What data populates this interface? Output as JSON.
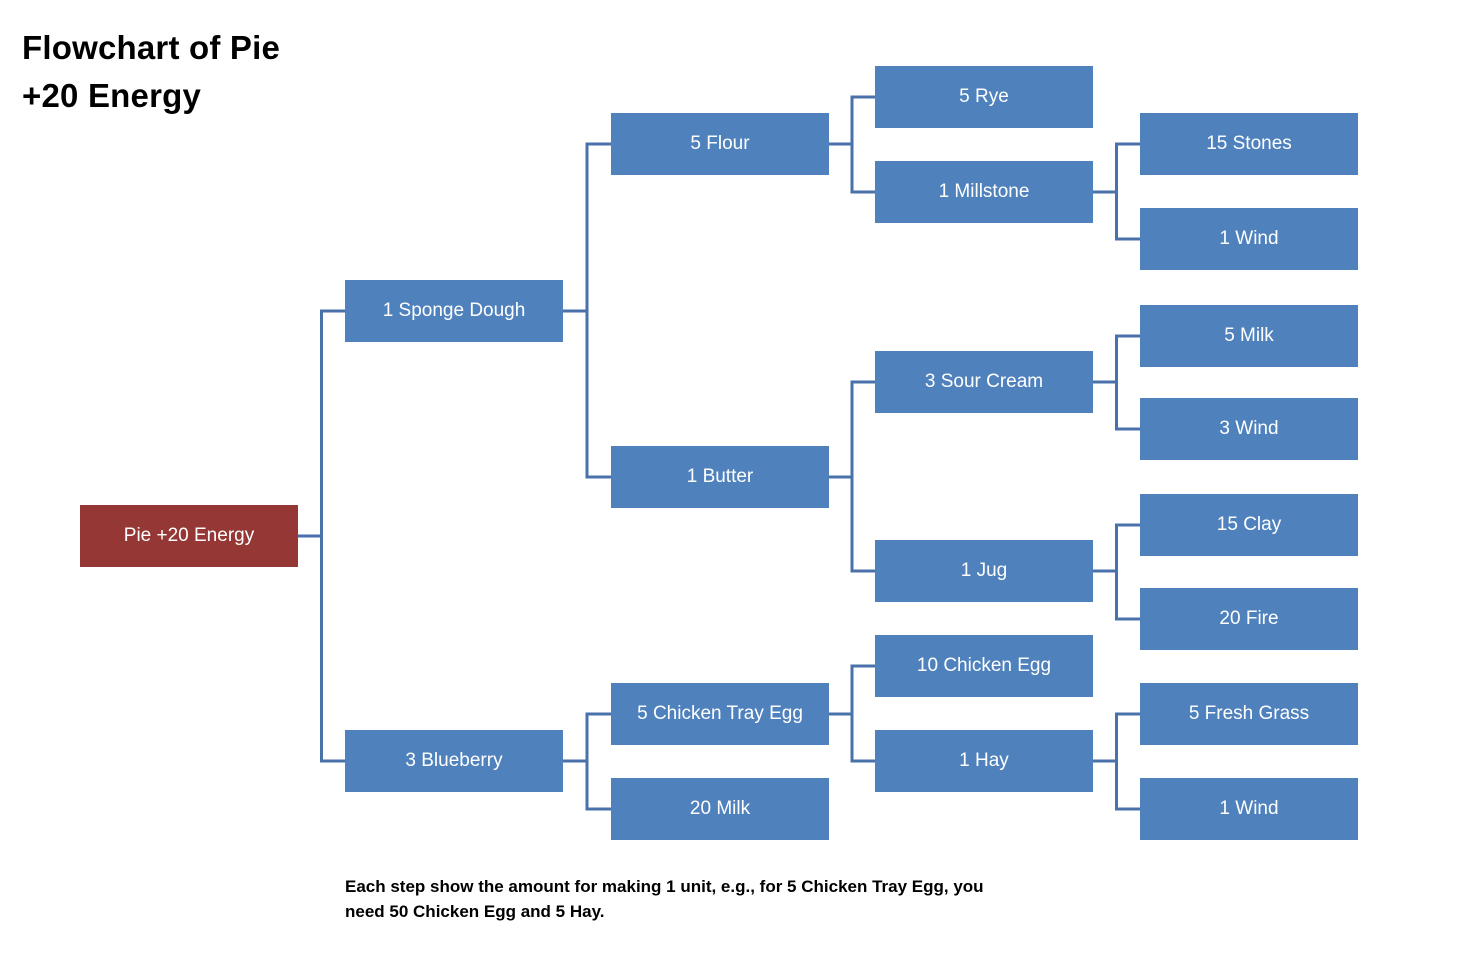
{
  "title": {
    "line1": "Flowchart of Pie",
    "line2": "+20 Energy"
  },
  "footnote": {
    "line1": "Each step show the amount for making 1 unit, e.g., for 5 Chicken Tray Egg, you",
    "line2": "need 50 Chicken Egg and 5 Hay."
  },
  "colors": {
    "node_fill": "#4F81BD",
    "root_fill": "#953734",
    "connector": "#4A72AA",
    "node_text": "#FFFFFF",
    "title_text": "#000000"
  },
  "flowchart": {
    "type": "tree",
    "root": "pie",
    "nodes": [
      {
        "id": "pie",
        "label": "Pie +20 Energy",
        "role": "root"
      },
      {
        "id": "sponge-dough",
        "label": "1 Sponge Dough",
        "role": "ingredient"
      },
      {
        "id": "blueberry",
        "label": "3 Blueberry",
        "role": "ingredient"
      },
      {
        "id": "flour",
        "label": "5 Flour",
        "role": "ingredient"
      },
      {
        "id": "butter",
        "label": "1 Butter",
        "role": "ingredient"
      },
      {
        "id": "chicken-tray-egg",
        "label": "5 Chicken Tray Egg",
        "role": "ingredient"
      },
      {
        "id": "milk-20",
        "label": "20 Milk",
        "role": "ingredient"
      },
      {
        "id": "rye",
        "label": "5 Rye",
        "role": "ingredient"
      },
      {
        "id": "millstone",
        "label": "1 Millstone",
        "role": "ingredient"
      },
      {
        "id": "sour-cream",
        "label": "3 Sour Cream",
        "role": "ingredient"
      },
      {
        "id": "jug",
        "label": "1 Jug",
        "role": "ingredient"
      },
      {
        "id": "chicken-egg",
        "label": "10 Chicken Egg",
        "role": "ingredient"
      },
      {
        "id": "hay",
        "label": "1 Hay",
        "role": "ingredient"
      },
      {
        "id": "stones",
        "label": "15 Stones",
        "role": "ingredient"
      },
      {
        "id": "wind-1a",
        "label": "1 Wind",
        "role": "ingredient"
      },
      {
        "id": "milk-5",
        "label": "5 Milk",
        "role": "ingredient"
      },
      {
        "id": "wind-3",
        "label": "3 Wind",
        "role": "ingredient"
      },
      {
        "id": "clay",
        "label": "15 Clay",
        "role": "ingredient"
      },
      {
        "id": "fire",
        "label": "20 Fire",
        "role": "ingredient"
      },
      {
        "id": "fresh-grass",
        "label": "5 Fresh Grass",
        "role": "ingredient"
      },
      {
        "id": "wind-1b",
        "label": "1 Wind",
        "role": "ingredient"
      }
    ],
    "edges": [
      [
        "pie",
        "sponge-dough"
      ],
      [
        "pie",
        "blueberry"
      ],
      [
        "sponge-dough",
        "flour"
      ],
      [
        "sponge-dough",
        "butter"
      ],
      [
        "flour",
        "rye"
      ],
      [
        "flour",
        "millstone"
      ],
      [
        "millstone",
        "stones"
      ],
      [
        "millstone",
        "wind-1a"
      ],
      [
        "butter",
        "sour-cream"
      ],
      [
        "butter",
        "jug"
      ],
      [
        "sour-cream",
        "milk-5"
      ],
      [
        "sour-cream",
        "wind-3"
      ],
      [
        "jug",
        "clay"
      ],
      [
        "jug",
        "fire"
      ],
      [
        "blueberry",
        "chicken-tray-egg"
      ],
      [
        "blueberry",
        "milk-20"
      ],
      [
        "chicken-tray-egg",
        "chicken-egg"
      ],
      [
        "chicken-tray-egg",
        "hay"
      ],
      [
        "hay",
        "fresh-grass"
      ],
      [
        "hay",
        "wind-1b"
      ]
    ]
  }
}
